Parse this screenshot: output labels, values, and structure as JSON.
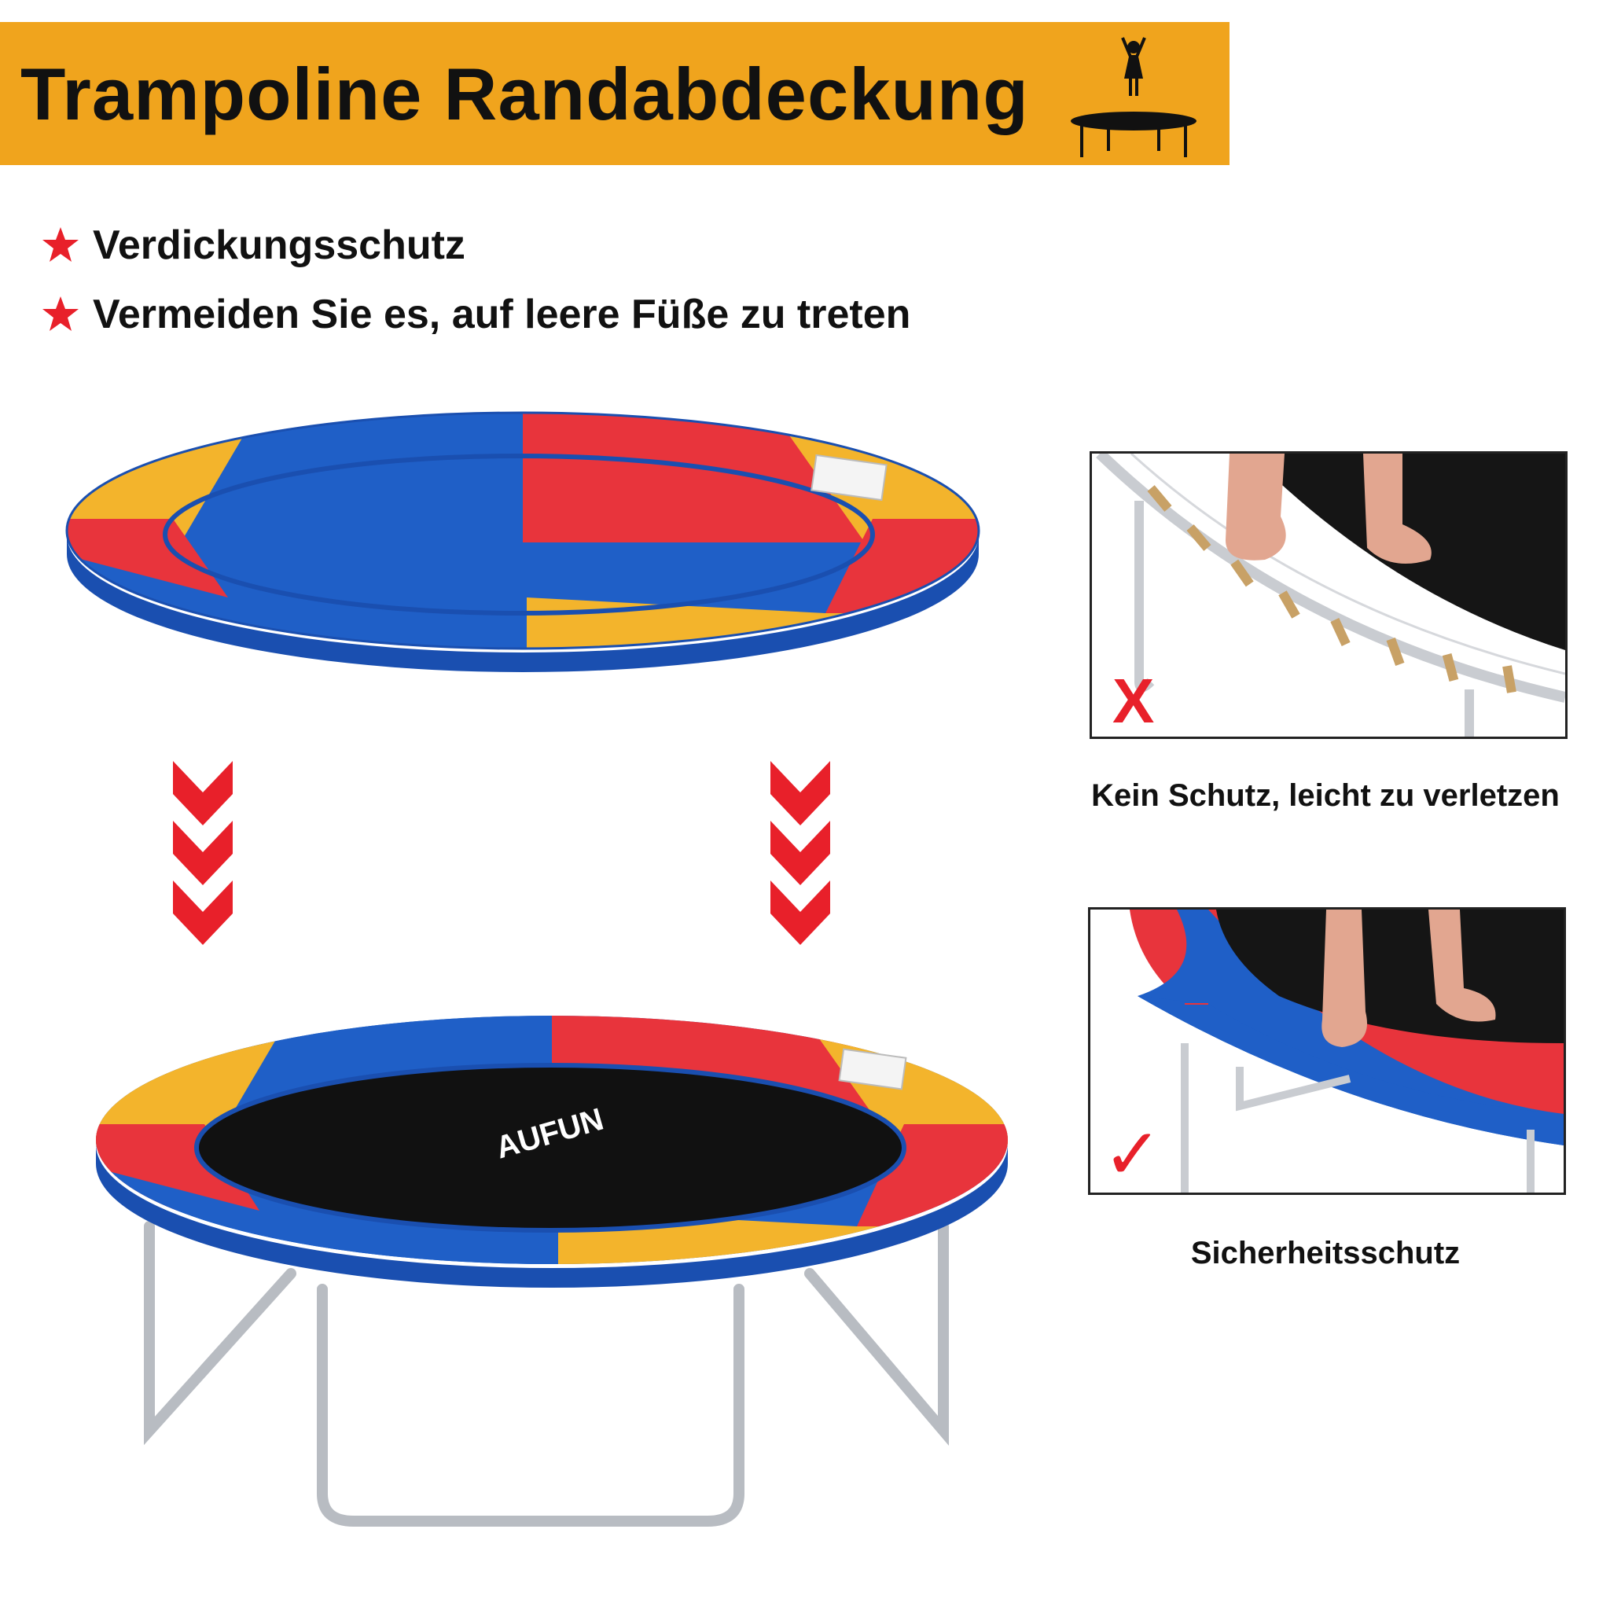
{
  "banner": {
    "title": "Trampoline Randabdeckung",
    "background": "#f0a41d"
  },
  "features": [
    {
      "icon": "star-icon",
      "text": "Verdickungsschutz"
    },
    {
      "icon": "star-icon",
      "text": "Vermeiden Sie es, auf leere Füße zu treten"
    }
  ],
  "product": {
    "brand": "AUFUN",
    "pad_colors": [
      "#e8343c",
      "#1f5fc7",
      "#f3b42c"
    ]
  },
  "comparison": {
    "bad": {
      "mark": "X",
      "caption": "Kein Schutz, leicht zu verletzen"
    },
    "good": {
      "mark": "✓",
      "caption": "Sicherheitsschutz"
    }
  },
  "colors": {
    "accent_red": "#e8202a"
  }
}
